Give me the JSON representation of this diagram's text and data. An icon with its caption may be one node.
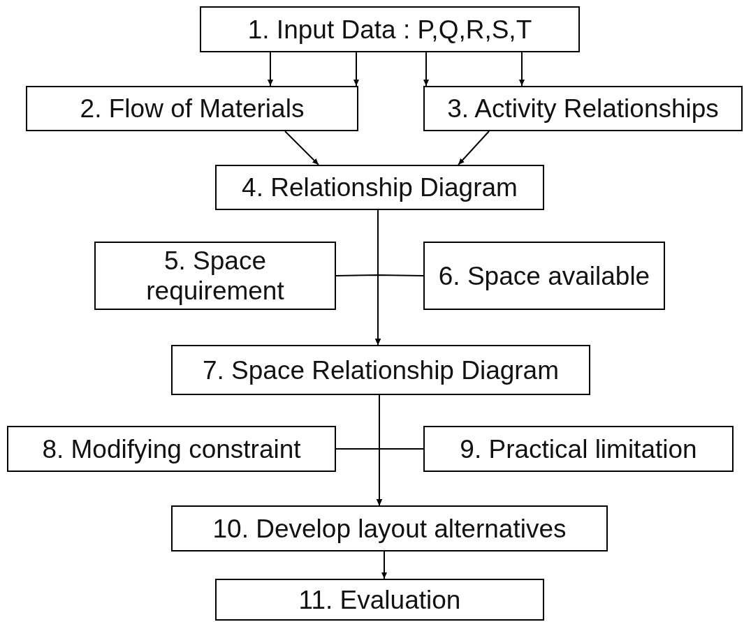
{
  "diagram": {
    "nodes": [
      {
        "text": [
          "1. Input Data : P,Q,R,S,T"
        ]
      },
      {
        "text": [
          "2. Flow of Materials"
        ]
      },
      {
        "text": [
          "3. Activity Relationships"
        ]
      },
      {
        "text": [
          "4. Relationship Diagram"
        ]
      },
      {
        "text": [
          "5. Space requirement"
        ]
      },
      {
        "text": [
          "6. Space available"
        ]
      },
      {
        "text": [
          "7. Space Relationship Diagram"
        ]
      },
      {
        "text": [
          "8. Modifying constraint"
        ]
      },
      {
        "text": [
          "9. Practical limitation"
        ]
      },
      {
        "text": [
          "10. Develop layout alternatives"
        ]
      },
      {
        "text": [
          "11. Evaluation"
        ]
      }
    ],
    "edges": [
      {
        "from": 0,
        "to": 1,
        "arrow": "to"
      },
      {
        "from": 0,
        "to": 1,
        "arrow": "to"
      },
      {
        "from": 0,
        "to": 2,
        "arrow": "to"
      },
      {
        "from": 0,
        "to": 2,
        "arrow": "to"
      },
      {
        "from": 1,
        "to": 3,
        "arrow": "to"
      },
      {
        "from": 2,
        "to": 3,
        "arrow": "to"
      },
      {
        "from": 3,
        "to": 6,
        "arrow": "to"
      },
      {
        "from": 4,
        "to": 6,
        "arrow": "to"
      },
      {
        "from": 5,
        "to": 6,
        "arrow": "to"
      },
      {
        "from": 6,
        "to": 9,
        "arrow": "to"
      },
      {
        "from": 7,
        "to": 9,
        "arrow": "to"
      },
      {
        "from": 8,
        "to": 9,
        "arrow": "to"
      },
      {
        "from": 9,
        "to": 10,
        "arrow": "to"
      }
    ]
  }
}
